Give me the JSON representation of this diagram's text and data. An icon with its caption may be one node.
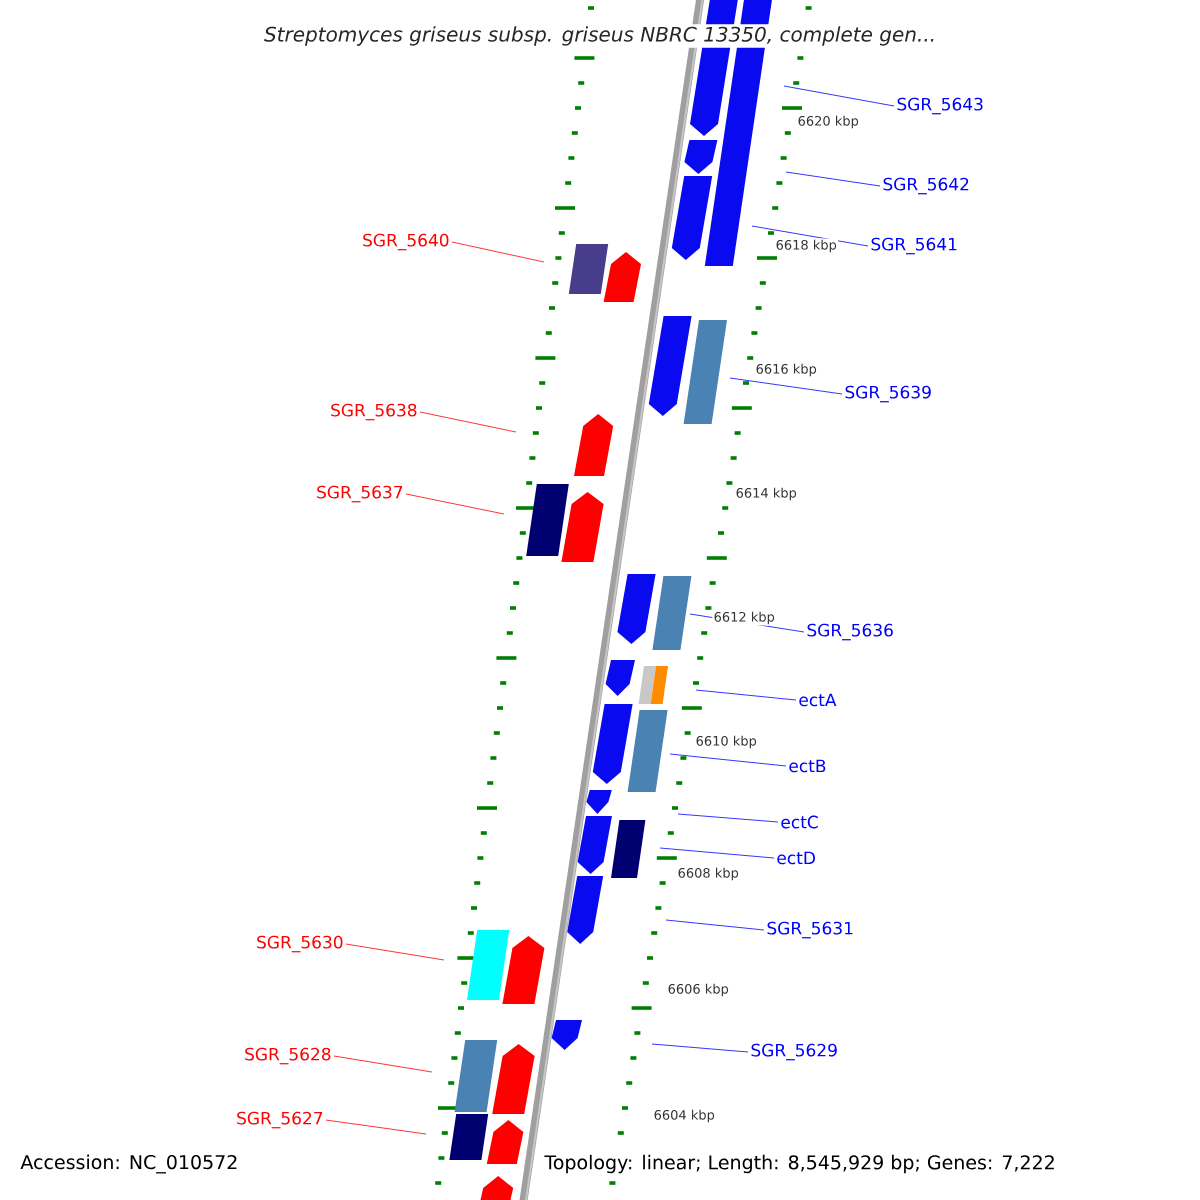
{
  "diagram": {
    "title": "Streptomyces griseus subsp. griseus NBRC 13350, complete gen...",
    "nodes": [
      {
        "text": [
          "SGR_5643"
        ]
      },
      {
        "text": [
          "SGR_5642"
        ]
      },
      {
        "text": [
          "SGR_5641"
        ]
      },
      {
        "text": [
          "SGR_5640"
        ]
      },
      {
        "text": [
          "SGR_5639"
        ]
      },
      {
        "text": [
          "SGR_5638"
        ]
      },
      {
        "text": [
          "SGR_5637"
        ]
      },
      {
        "text": [
          "SGR_5636"
        ]
      },
      {
        "text": [
          "ectA"
        ]
      },
      {
        "text": [
          "ectB"
        ]
      },
      {
        "text": [
          "ectC"
        ]
      },
      {
        "text": [
          "ectD"
        ]
      },
      {
        "text": [
          "SGR_5631"
        ]
      },
      {
        "text": [
          "SGR_5630"
        ]
      },
      {
        "text": [
          "SGR_5629"
        ]
      },
      {
        "text": [
          "SGR_5628"
        ]
      },
      {
        "text": [
          "SGR_5627"
        ]
      }
    ],
    "edges": [
      {
        "from": 0,
        "to": null,
        "arrow": "none"
      },
      {
        "from": 1,
        "to": null,
        "arrow": "none"
      },
      {
        "from": 2,
        "to": null,
        "arrow": "none"
      },
      {
        "from": 3,
        "to": null,
        "arrow": "none",
        "color": "#ff0000"
      },
      {
        "from": 4,
        "to": null,
        "arrow": "none"
      },
      {
        "from": 5,
        "to": null,
        "arrow": "none",
        "color": "#ff0000"
      },
      {
        "from": 6,
        "to": null,
        "arrow": "none",
        "color": "#ff0000"
      },
      {
        "from": 7,
        "to": null,
        "arrow": "none"
      },
      {
        "from": 8,
        "to": null,
        "arrow": "none"
      },
      {
        "from": 9,
        "to": null,
        "arrow": "none"
      },
      {
        "from": 10,
        "to": null,
        "arrow": "none"
      },
      {
        "from": 11,
        "to": null,
        "arrow": "none"
      },
      {
        "from": 12,
        "to": null,
        "arrow": "none"
      },
      {
        "from": 13,
        "to": null,
        "arrow": "none",
        "color": "#ff0000"
      },
      {
        "from": 14,
        "to": null,
        "arrow": "none"
      },
      {
        "from": 15,
        "to": null,
        "arrow": "none",
        "color": "#ff0000"
      },
      {
        "from": 16,
        "to": null,
        "arrow": "none",
        "color": "#ff0000"
      }
    ],
    "labels": [
      "6620 kbp",
      "6618 kbp",
      "6616 kbp",
      "6614 kbp",
      "6612 kbp",
      "6610 kbp",
      "6608 kbp",
      "6606 kbp",
      "6604 kbp",
      "Accession: NC_010572",
      "Topology: linear; Length: 8,545,929 bp; Genes: 7,222"
    ]
  }
}
